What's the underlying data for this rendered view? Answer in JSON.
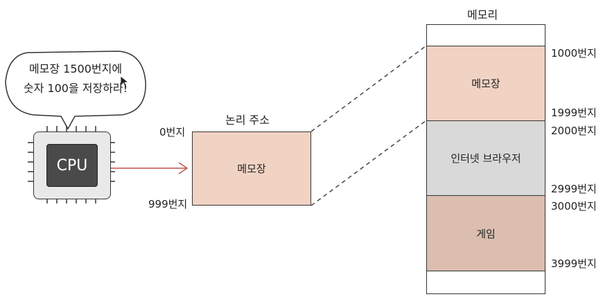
{
  "speech_bubble": {
    "line1": "메모장 1500번지에",
    "line2": "숫자 100을 저장하라!"
  },
  "cpu": {
    "label": "CPU"
  },
  "logical_address": {
    "title": "논리 주소",
    "block_label": "메모장",
    "start_label": "0번지",
    "end_label": "999번지"
  },
  "memory": {
    "title": "메모리",
    "segments": [
      {
        "label": "메모장",
        "start": "1000번지",
        "end": "1999번지",
        "color": "#f1d3c4"
      },
      {
        "label": "인터넷 브라우저",
        "start": "2000번지",
        "end": "2999번지",
        "color": "#d9d9d9"
      },
      {
        "label": "게임",
        "start": "3000번지",
        "end": "3999번지",
        "color": "#dbbeb0"
      }
    ]
  },
  "colors": {
    "arrow": "#c0504d",
    "notepad": "#f1d3c4",
    "browser": "#d9d9d9",
    "game": "#dbbeb0"
  }
}
